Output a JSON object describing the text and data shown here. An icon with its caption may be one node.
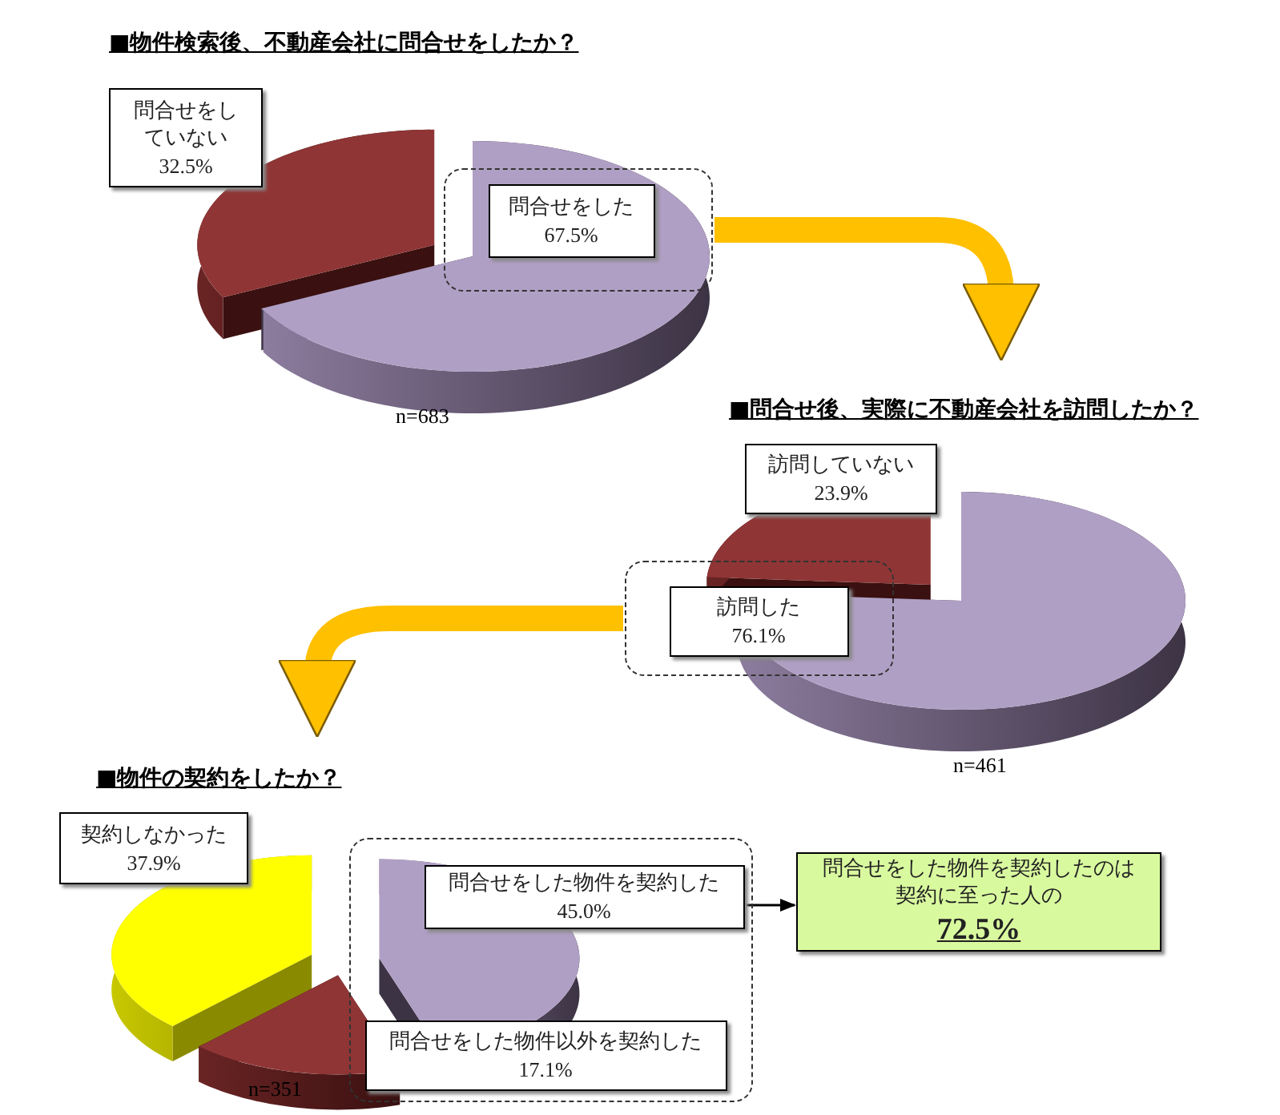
{
  "diagram": {
    "nodes": [
      {
        "text": [],
        "shape": "box"
      },
      {
        "text": [
          "問合せをした",
          "67.5%"
        ],
        "in": 0
      },
      {
        "text": [
          "問合せをしていない",
          "32.5%"
        ]
      },
      {
        "text": [
          "訪問していない",
          "23.9%"
        ]
      },
      {
        "text": [],
        "shape": "box"
      },
      {
        "text": [
          "訪問した",
          "76.1%"
        ],
        "in": 4
      },
      {
        "text": [
          "契約しなかった",
          "37.9%"
        ]
      },
      {
        "text": [],
        "shape": "box"
      },
      {
        "text": [
          "問合せをした物件を契約した",
          "45.0%"
        ],
        "in": 7
      },
      {
        "text": [
          "問合せをした物件以外を契約した",
          "17.1%"
        ],
        "in": 7
      },
      {
        "text": [
          "問合せをした物件を契約したのは契約に至った人の",
          "72.5%"
        ]
      }
    ],
    "edges": [
      {
        "from": 0,
        "to": null,
        "arrow": "to",
        "color": "#ffc000"
      },
      {
        "from": 4,
        "to": null,
        "arrow": "to",
        "color": "#ffc000"
      },
      {
        "from": 8,
        "to": 10,
        "arrow": "to",
        "color": "#000000"
      }
    ],
    "labels": [
      "■物件検索後、不動産会社に問合せをしたか？",
      "n=683",
      "■問合せ後、実際に不動産会社を訪問したか？",
      "n=461",
      "■物件の契約をしたか？",
      "n=351"
    ]
  }
}
